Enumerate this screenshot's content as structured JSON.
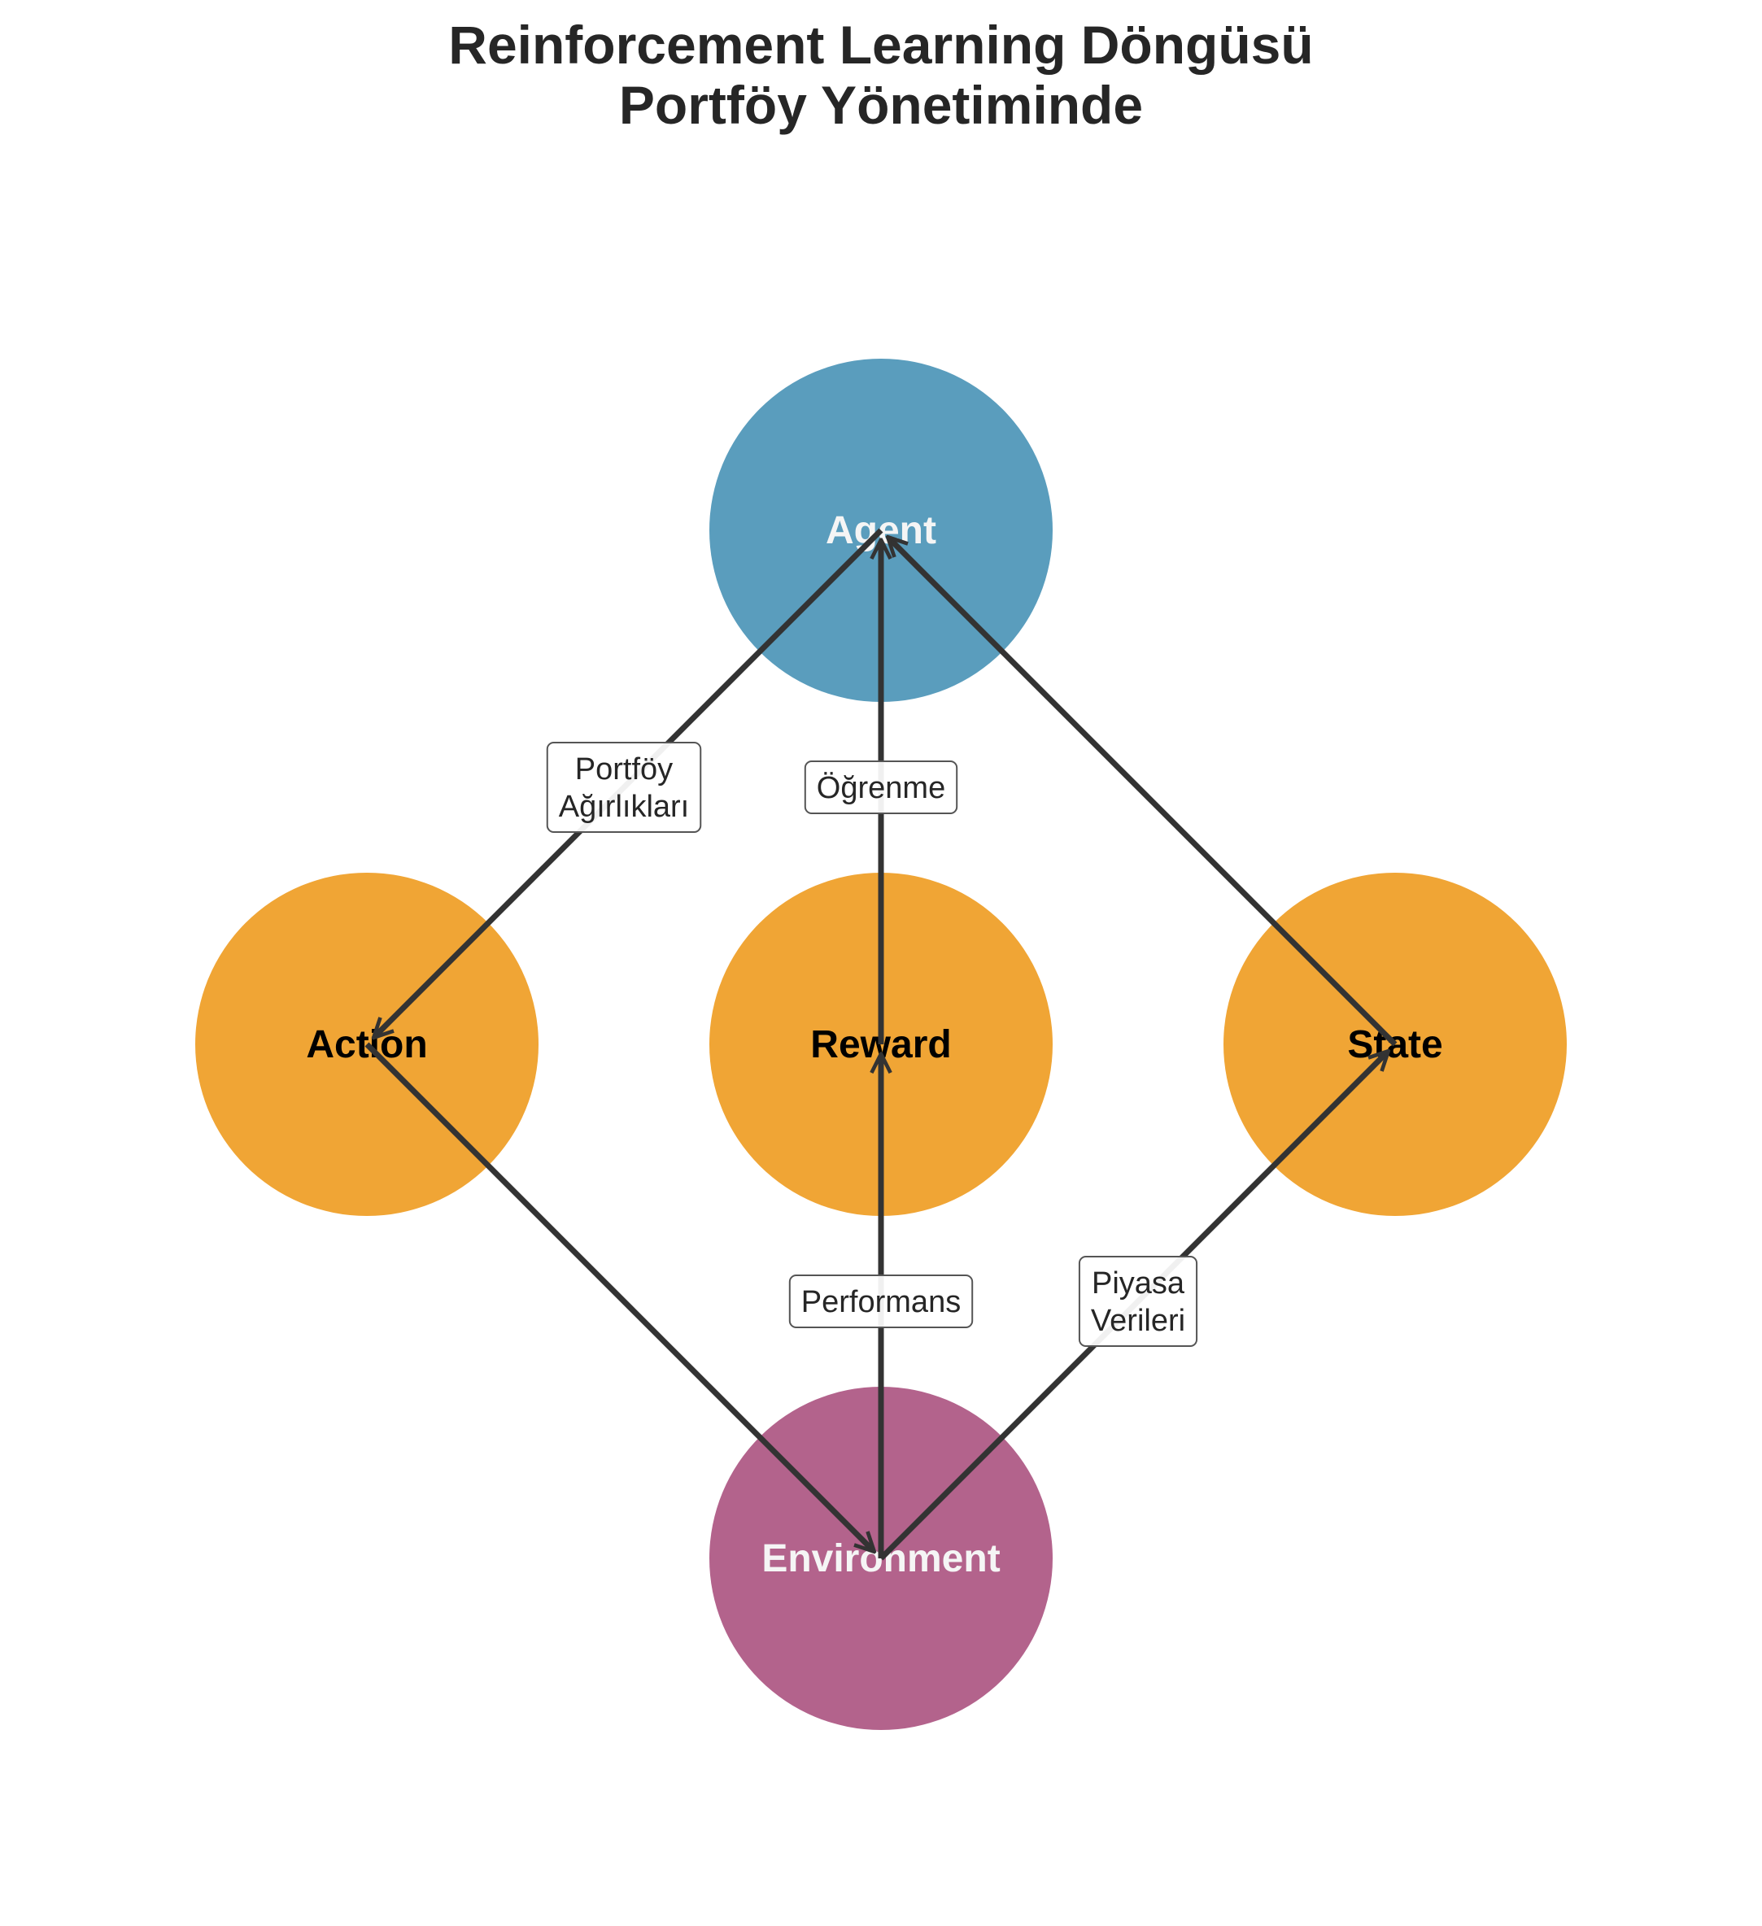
{
  "title": {
    "line1": "Reinforcement Learning Döngüsü",
    "line2": "Portföy Yönetiminde"
  },
  "colors": {
    "agent": "#5a9dbd",
    "action": "#f0a535",
    "reward": "#f0a535",
    "state": "#f0a535",
    "environment": "#b3638c",
    "arrow": "#333333",
    "title": "#262626",
    "light_label": "#f5f5f5",
    "dark_label": "#000000"
  },
  "nodes": {
    "agent": {
      "label": "Agent"
    },
    "action": {
      "label": "Action"
    },
    "reward": {
      "label": "Reward"
    },
    "state": {
      "label": "State"
    },
    "environment": {
      "label": "Environment"
    }
  },
  "edges": [
    {
      "from": "agent",
      "to": "action",
      "label": [
        "Portföy",
        "Ağırlıkları"
      ]
    },
    {
      "from": "action",
      "to": "environment",
      "label": []
    },
    {
      "from": "environment",
      "to": "state",
      "label": [
        "Piyasa",
        "Verileri"
      ]
    },
    {
      "from": "state",
      "to": "agent",
      "label": []
    },
    {
      "from": "environment",
      "to": "reward",
      "label": [
        "Performans"
      ]
    },
    {
      "from": "reward",
      "to": "agent",
      "label": [
        "Öğrenme"
      ]
    }
  ]
}
